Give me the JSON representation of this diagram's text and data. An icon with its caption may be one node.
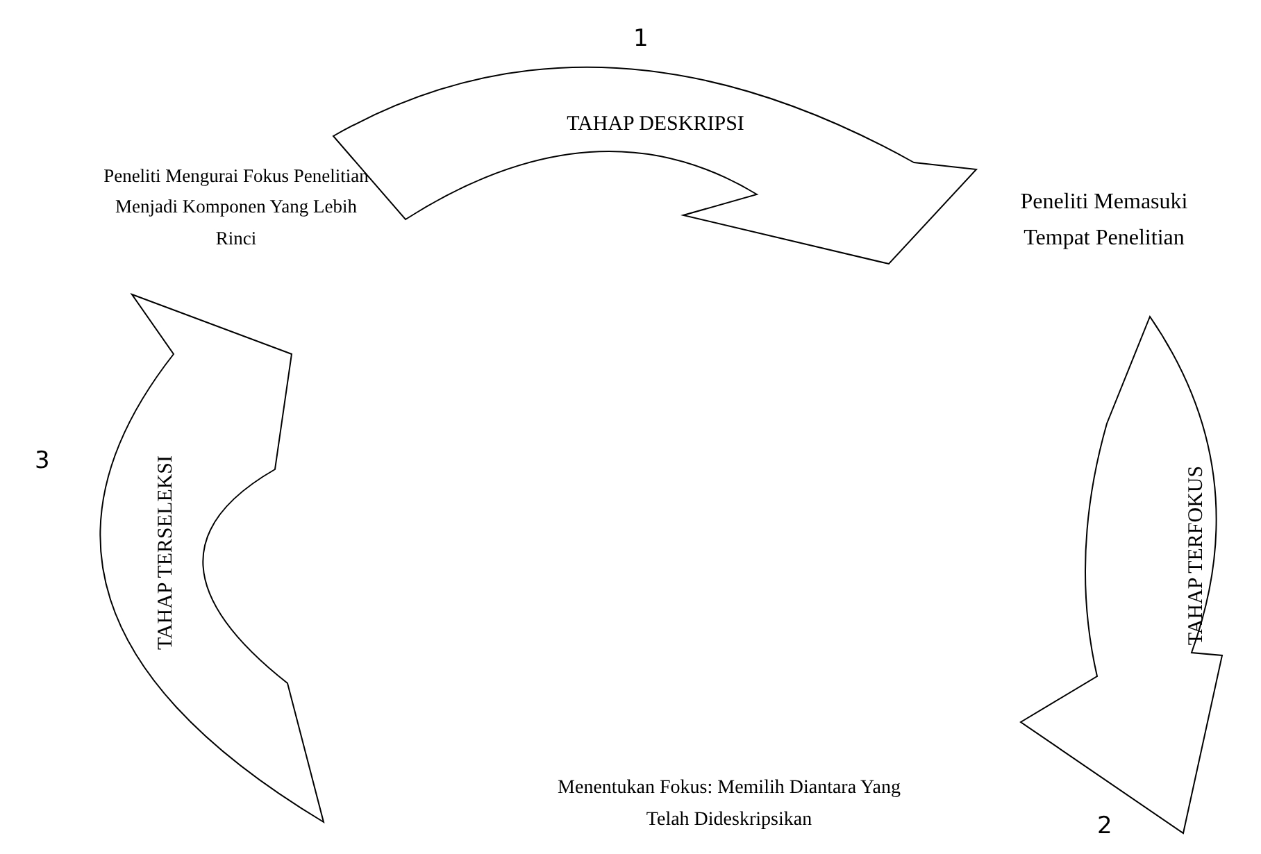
{
  "diagram": {
    "nodes": [
      {
        "text": [
          "TAHAP DESKRIPSI"
        ],
        "beside": [
          "1"
        ]
      },
      {
        "text": [
          "TAHAP TERFOKUS"
        ],
        "beside": [
          "2"
        ]
      },
      {
        "text": [
          "TAHAP TERSELEKSI"
        ],
        "beside": [
          "3"
        ]
      }
    ],
    "labels": [
      "Peneliti Mengurai Fokus Penelitian Menjadi Komponen Yang Lebih Rinci",
      "Peneliti Memasuki Tempat Penelitian",
      "Menentukan Fokus: Memilih Diantara Yang Telah Dideskripsikan"
    ]
  }
}
